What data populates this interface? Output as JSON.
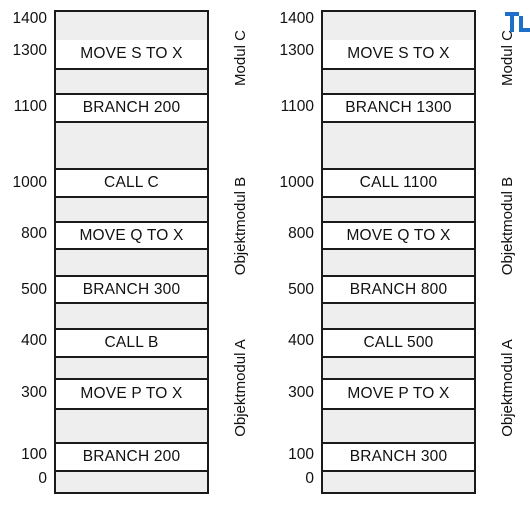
{
  "left": {
    "cells": [
      {
        "kind": "blank",
        "text": ""
      },
      {
        "kind": "filled",
        "text": "MOVE S TO X"
      },
      {
        "kind": "blank",
        "text": ""
      },
      {
        "kind": "filled",
        "text": "BRANCH 200"
      },
      {
        "kind": "blank",
        "text": ""
      },
      {
        "kind": "filled",
        "text": "CALL C"
      },
      {
        "kind": "blank",
        "text": ""
      },
      {
        "kind": "filled",
        "text": "MOVE Q TO X"
      },
      {
        "kind": "blank",
        "text": ""
      },
      {
        "kind": "filled",
        "text": "BRANCH 300"
      },
      {
        "kind": "blank",
        "text": ""
      },
      {
        "kind": "filled",
        "text": "CALL B"
      },
      {
        "kind": "blank",
        "text": ""
      },
      {
        "kind": "filled",
        "text": "MOVE P TO X"
      },
      {
        "kind": "blank",
        "text": ""
      },
      {
        "kind": "filled",
        "text": "BRANCH 200"
      },
      {
        "kind": "blank",
        "text": ""
      }
    ],
    "addresses": [
      "1400",
      "1300",
      "1100",
      "1000",
      "800",
      "500",
      "400",
      "300",
      "100",
      "0"
    ],
    "modules": [
      "Modul C",
      "Objektmodul B",
      "Objektmodul  A"
    ]
  },
  "right": {
    "cells": [
      {
        "kind": "blank",
        "text": ""
      },
      {
        "kind": "filled",
        "text": "MOVE S TO X"
      },
      {
        "kind": "blank",
        "text": ""
      },
      {
        "kind": "filled",
        "text": "BRANCH 1300"
      },
      {
        "kind": "blank",
        "text": ""
      },
      {
        "kind": "filled",
        "text": "CALL 1100"
      },
      {
        "kind": "blank",
        "text": ""
      },
      {
        "kind": "filled",
        "text": "MOVE Q TO X"
      },
      {
        "kind": "blank",
        "text": ""
      },
      {
        "kind": "filled",
        "text": "BRANCH 800"
      },
      {
        "kind": "blank",
        "text": ""
      },
      {
        "kind": "filled",
        "text": "CALL 500"
      },
      {
        "kind": "blank",
        "text": ""
      },
      {
        "kind": "filled",
        "text": "MOVE P TO X"
      },
      {
        "kind": "blank",
        "text": ""
      },
      {
        "kind": "filled",
        "text": "BRANCH 300"
      },
      {
        "kind": "blank",
        "text": ""
      }
    ],
    "addresses": [
      "1400",
      "1300",
      "1100",
      "1000",
      "800",
      "500",
      "400",
      "300",
      "100",
      "0"
    ],
    "modules": [
      "Modul C",
      "Objektmodul B",
      "Objektmodul  A"
    ]
  },
  "colors": {
    "border": "#1a1a1a",
    "blank_fill": "#eeeeee",
    "logo": "#1e6fc8"
  },
  "logo_icon": "tu-logo-icon"
}
